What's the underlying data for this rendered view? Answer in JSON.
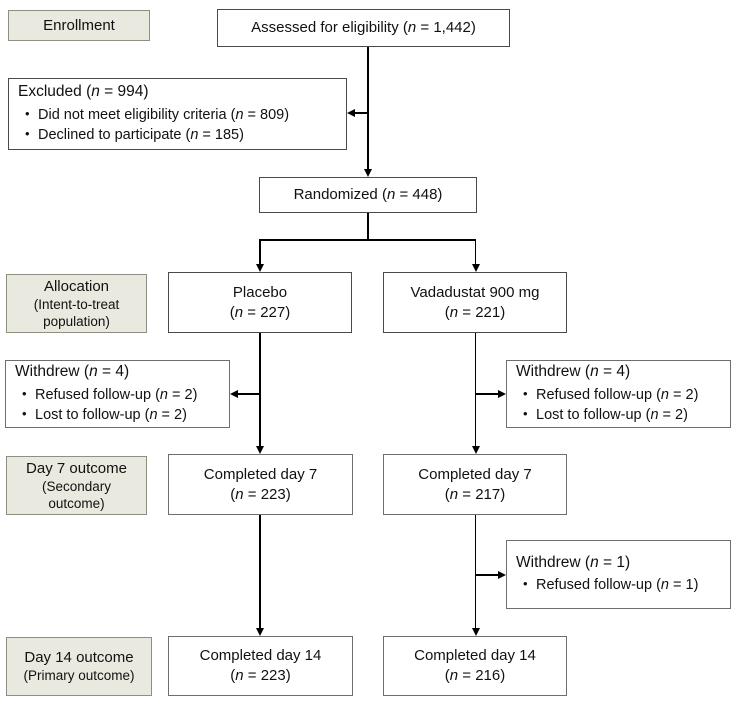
{
  "bullet_char": "•",
  "figure": {
    "type": "consort-flow-diagram",
    "colors": {
      "background": "#ffffff",
      "stage_label_fill": "#e9e9df",
      "stage_label_border": "#8e8e83",
      "box_border": "#6e6e6e",
      "connector": "#000000",
      "text": "#111111"
    },
    "stage_labels": {
      "enrollment": {
        "lines": [
          [
            "Enrollment"
          ]
        ]
      },
      "allocation": {
        "lines": [
          [
            "Allocation"
          ],
          [
            "(Intent-to-treat"
          ],
          [
            "population)"
          ]
        ]
      },
      "day7": {
        "lines": [
          [
            "Day 7 outcome"
          ],
          [
            "(Secondary"
          ],
          [
            "outcome)"
          ]
        ]
      },
      "day14": {
        "lines": [
          [
            "Day 14 outcome"
          ],
          [
            "(Primary outcome)"
          ]
        ]
      }
    },
    "boxes": {
      "assessed": {
        "lines": [
          [
            "Assessed for eligibility (",
            {
              "i": "n"
            },
            " = 1,442)"
          ]
        ]
      },
      "excluded": {
        "lines": [
          [
            "Excluded (",
            {
              "i": "n"
            },
            " = 994)"
          ],
          {
            "b": [
              "Did not meet eligibility criteria (",
              {
                "i": "n"
              },
              " = 809)"
            ]
          },
          {
            "b": [
              "Declined to participate (",
              {
                "i": "n"
              },
              " = 185)"
            ]
          }
        ]
      },
      "randomized": {
        "lines": [
          [
            "Randomized (",
            {
              "i": "n"
            },
            " = 448)"
          ]
        ]
      },
      "placebo": {
        "lines": [
          [
            "Placebo"
          ],
          [
            "(",
            {
              "i": "n"
            },
            " = 227)"
          ]
        ]
      },
      "vadadustat": {
        "lines": [
          [
            "Vadadustat 900 mg"
          ],
          [
            "(",
            {
              "i": "n"
            },
            " = 221)"
          ]
        ]
      },
      "withdrew_placebo": {
        "lines": [
          [
            "Withdrew (",
            {
              "i": "n"
            },
            " = 4)"
          ],
          {
            "b": [
              "Refused follow-up (",
              {
                "i": "n"
              },
              " = 2)"
            ]
          },
          {
            "b": [
              "Lost to follow-up (",
              {
                "i": "n"
              },
              " = 2)"
            ]
          }
        ]
      },
      "withdrew_vadadustat": {
        "lines": [
          [
            "Withdrew (",
            {
              "i": "n"
            },
            " = 4)"
          ],
          {
            "b": [
              "Refused follow-up (",
              {
                "i": "n"
              },
              " = 2)"
            ]
          },
          {
            "b": [
              "Lost to follow-up (",
              {
                "i": "n"
              },
              " = 2)"
            ]
          }
        ]
      },
      "day7_placebo": {
        "lines": [
          [
            "Completed day 7"
          ],
          [
            "(",
            {
              "i": "n"
            },
            " = 223)"
          ]
        ]
      },
      "day7_vadadustat": {
        "lines": [
          [
            "Completed day 7"
          ],
          [
            "(",
            {
              "i": "n"
            },
            " = 217)"
          ]
        ]
      },
      "withdrew_vadadustat_2": {
        "lines": [
          [
            "Withdrew (",
            {
              "i": "n"
            },
            " = 1)"
          ],
          {
            "b": [
              "Refused follow-up (",
              {
                "i": "n"
              },
              " = 1)"
            ]
          }
        ]
      },
      "day14_placebo": {
        "lines": [
          [
            "Completed day 14"
          ],
          [
            "(",
            {
              "i": "n"
            },
            " = 223)"
          ]
        ]
      },
      "day14_vadadustat": {
        "lines": [
          [
            "Completed day 14"
          ],
          [
            "(",
            {
              "i": "n"
            },
            " = 216)"
          ]
        ]
      }
    }
  }
}
